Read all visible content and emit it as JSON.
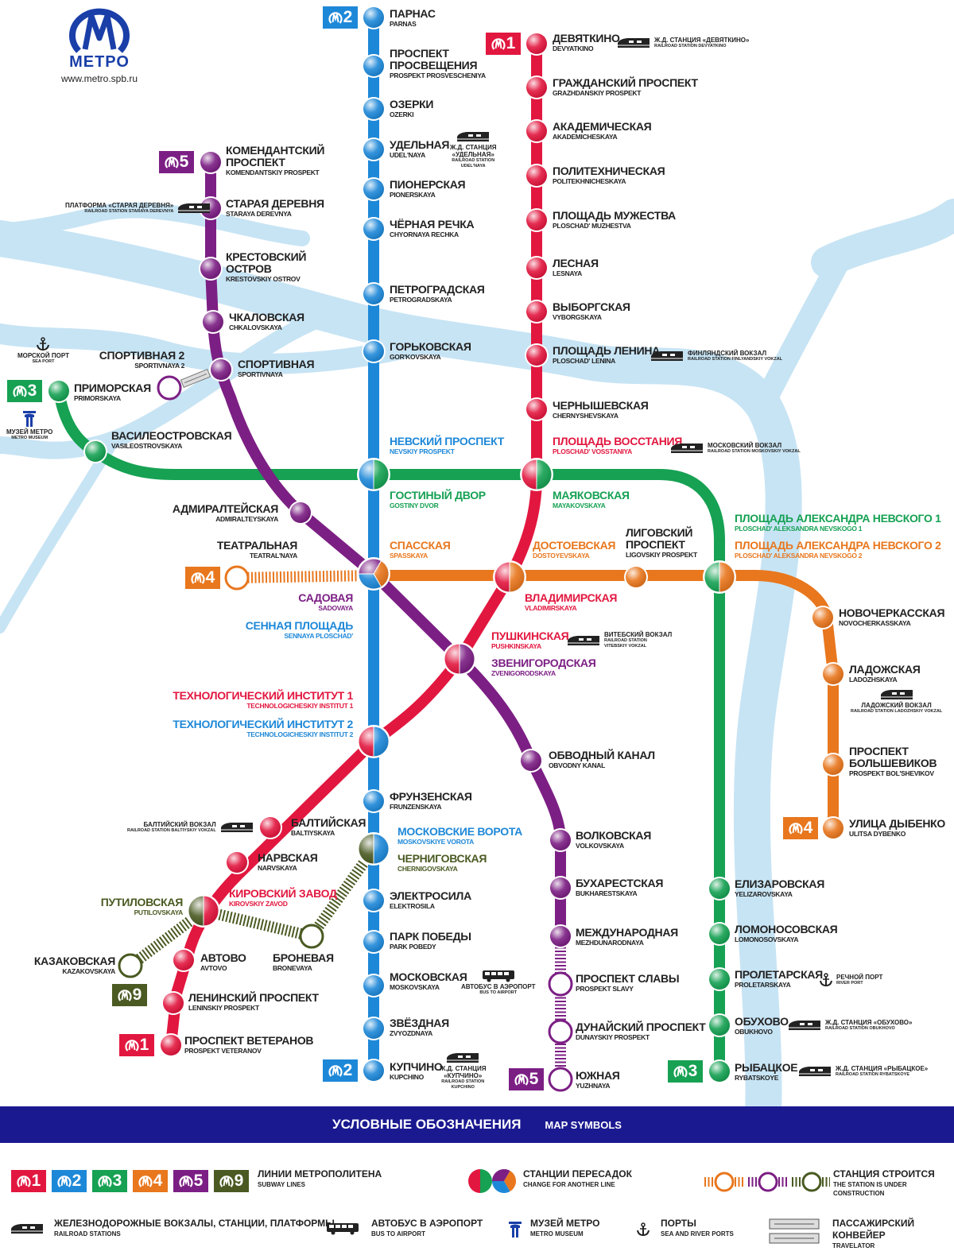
{
  "header": {
    "logo_text": "МЕТРО",
    "website": "www.metro.spb.ru"
  },
  "lines": {
    "l1": {
      "badge": "1",
      "color": "#e2173f"
    },
    "l2": {
      "badge": "2",
      "color": "#1e88d8"
    },
    "l3": {
      "badge": "3",
      "color": "#16a153"
    },
    "l4": {
      "badge": "4",
      "color": "#e8771e"
    },
    "l5": {
      "badge": "5",
      "color": "#7c1f84"
    },
    "l9": {
      "badge": "9",
      "color": "#4a5a22"
    }
  },
  "stations": {
    "parnas": {
      "ru": "ПАРНАС",
      "en": "PARNAS"
    },
    "prosvescheniya": {
      "ru": "ПРОСПЕКТ\nПРОСВЕЩЕНИЯ",
      "en": "PROSPEKT PROSVESCHENIYA"
    },
    "ozerki": {
      "ru": "ОЗЕРКИ",
      "en": "OZERKI"
    },
    "udelnaya": {
      "ru": "УДЕЛЬНАЯ",
      "en": "UDEL'NAYA"
    },
    "pionerskaya": {
      "ru": "ПИОНЕРСКАЯ",
      "en": "PIONERSKAYA"
    },
    "chyornaya": {
      "ru": "ЧЁРНАЯ РЕЧКА",
      "en": "CHYORNAYA RECHKA"
    },
    "petrogradskaya": {
      "ru": "ПЕТРОГРАДСКАЯ",
      "en": "PETROGRADSKAYA"
    },
    "gorkovskaya": {
      "ru": "ГОРЬКОВСКАЯ",
      "en": "GOR'KOVSKAYA"
    },
    "nevsky": {
      "ru": "НЕВСКИЙ ПРОСПЕКТ",
      "en": "NEVSKIY PROSPEKT"
    },
    "sennaya": {
      "ru": "СЕННАЯ ПЛОЩАДЬ",
      "en": "SENNAYA PLOSCHAD'"
    },
    "tech2": {
      "ru": "ТЕХНОЛОГИЧЕСКИЙ ИНСТИТУТ 2",
      "en": "TECHNOLOGICHESKIY INSTITUT 2"
    },
    "frunzenskaya": {
      "ru": "ФРУНЗЕНСКАЯ",
      "en": "FRUNZENSKAYA"
    },
    "mosvorota": {
      "ru": "МОСКОВСКИЕ ВОРОТА",
      "en": "MOSKOVSKIYE VOROTA"
    },
    "elektrosila": {
      "ru": "ЭЛЕКТРОСИЛА",
      "en": "ELEKTROSILA"
    },
    "parkpobedy": {
      "ru": "ПАРК ПОБЕДЫ",
      "en": "PARK POBEDY"
    },
    "moskovskaya": {
      "ru": "МОСКОВСКАЯ",
      "en": "MOSKOVSKAYA"
    },
    "zvezdnaya": {
      "ru": "ЗВЁЗДНАЯ",
      "en": "ZVYOZDNAYA"
    },
    "kupchino": {
      "ru": "КУПЧИНО",
      "en": "KUPCHINO"
    },
    "devyatkino": {
      "ru": "ДЕВЯТКИНО",
      "en": "DEVYATKINO"
    },
    "grazhdansky": {
      "ru": "ГРАЖДАНСКИЙ ПРОСПЕКТ",
      "en": "GRAZHDANSKIY PROSPEKT"
    },
    "akademicheskaya": {
      "ru": "АКАДЕМИЧЕСКАЯ",
      "en": "AKADEMICHESKAYA"
    },
    "polytech": {
      "ru": "ПОЛИТЕХНИЧЕСКАЯ",
      "en": "POLITEKHNICHESKAYA"
    },
    "muzhestva": {
      "ru": "ПЛОЩАДЬ МУЖЕСТВА",
      "en": "PLOSCHAD' MUZHESTVA"
    },
    "lesnaya": {
      "ru": "ЛЕСНАЯ",
      "en": "LESNAYA"
    },
    "vyborgskaya": {
      "ru": "ВЫБОРГСКАЯ",
      "en": "VYBORGSKAYA"
    },
    "lenina": {
      "ru": "ПЛОЩАДЬ ЛЕНИНА",
      "en": "PLOSCHAD' LENINA"
    },
    "chernyshevskaya": {
      "ru": "ЧЕРНЫШЕВСКАЯ",
      "en": "CHERNYSHEVSKAYA"
    },
    "vosstaniya": {
      "ru": "ПЛОЩАДЬ ВОССТАНИЯ",
      "en": "PLOSCHAD' VOSSTANIYA"
    },
    "vladimirskaya": {
      "ru": "ВЛАДИМИРСКАЯ",
      "en": "VLADIMIRSKAYA"
    },
    "pushkinskaya": {
      "ru": "ПУШКИНСКАЯ",
      "en": "PUSHKINSKAYA"
    },
    "tech1": {
      "ru": "ТЕХНОЛОГИЧЕСКИЙ ИНСТИТУТ 1",
      "en": "TECHNOLOGICHESKIY INSTITUT 1"
    },
    "baltiyskaya": {
      "ru": "БАЛТИЙСКАЯ",
      "en": "BALTIYSKAYA"
    },
    "narvskaya": {
      "ru": "НАРВСКАЯ",
      "en": "NARVSKAYA"
    },
    "kirovsky": {
      "ru": "КИРОВСКИЙ ЗАВОД",
      "en": "KIROVSKIY ZAVOD"
    },
    "avtovo": {
      "ru": "АВТОВО",
      "en": "AVTOVO"
    },
    "leninsky": {
      "ru": "ЛЕНИНСКИЙ ПРОСПЕКТ",
      "en": "LENINSKIY PROSPEKT"
    },
    "veteranov": {
      "ru": "ПРОСПЕКТ ВЕТЕРАНОВ",
      "en": "PROSPEKT VETERANOV"
    },
    "primorskaya": {
      "ru": "ПРИМОРСКАЯ",
      "en": "PRIMORSKAYA"
    },
    "vasileostrovskaya": {
      "ru": "ВАСИЛЕОСТРОВСКАЯ",
      "en": "VASILEOSTROVSKAYA"
    },
    "gostiny": {
      "ru": "ГОСТИНЫЙ ДВОР",
      "en": "GOSTINY DVOR"
    },
    "mayakovskaya": {
      "ru": "МАЯКОВСКАЯ",
      "en": "MAYAKOVSKAYA"
    },
    "an1": {
      "ru": "ПЛОЩАДЬ АЛЕКСАНДРА НЕВСКОГО 1",
      "en": "PLOSCHAD' ALEKSANDRA NEVSKOGO 1"
    },
    "yelizarovskaya": {
      "ru": "ЕЛИЗАРОВСКАЯ",
      "en": "YELIZAROVSKAYA"
    },
    "lomonosovskaya": {
      "ru": "ЛОМОНОСОВСКАЯ",
      "en": "LOMONOSOVSKAYA"
    },
    "proletarskaya": {
      "ru": "ПРОЛЕТАРСКАЯ",
      "en": "PROLETARSKAYA"
    },
    "obukhovo": {
      "ru": "ОБУХОВО",
      "en": "OBUKHOVO"
    },
    "rybatskoe": {
      "ru": "РЫБАЦКОЕ",
      "en": "RYBATSKOYE"
    },
    "teatralnaya": {
      "ru": "ТЕАТРАЛЬНАЯ",
      "en": "TEATRAL'NAYA"
    },
    "spasskaya": {
      "ru": "СПАССКАЯ",
      "en": "SPASSKAYA"
    },
    "dostoevskaya": {
      "ru": "ДОСТОЕВСКАЯ",
      "en": "DOSTOYEVSKAYA"
    },
    "ligovsky": {
      "ru": "ЛИГОВСКИЙ\nПРОСПЕКТ",
      "en": "LIGOVSKIY PROSPEKT"
    },
    "an2": {
      "ru": "ПЛОЩАДЬ АЛЕКСАНДРА НЕВСКОГО 2",
      "en": "PLOSCHAD' ALEKSANDRA NEVSKOGO 2"
    },
    "novocherkasskaya": {
      "ru": "НОВОЧЕРКАССКАЯ",
      "en": "NOVOCHERKASSKAYA"
    },
    "ladozhskaya": {
      "ru": "ЛАДОЖСКАЯ",
      "en": "LADOZHSKAYA"
    },
    "bolshevikov": {
      "ru": "ПРОСПЕКТ\nБОЛЬШЕВИКОВ",
      "en": "PROSPEKT BOL'SHEVIKOV"
    },
    "dybenko": {
      "ru": "УЛИЦА ДЫБЕНКО",
      "en": "ULITSA DYBENKO"
    },
    "komendantsky": {
      "ru": "КОМЕНДАНТСКИЙ\nПРОСПЕКТ",
      "en": "KOMENDANTSKIY PROSPEKT"
    },
    "staraya": {
      "ru": "СТАРАЯ ДЕРЕВНЯ",
      "en": "STARAYA DEREVNYA"
    },
    "krestovsky": {
      "ru": "КРЕСТОВСКИЙ\nОСТРОВ",
      "en": "KRESTOVSKIY OSTROV"
    },
    "chkalovskaya": {
      "ru": "ЧКАЛОВСКАЯ",
      "en": "CHKALOVSKAYA"
    },
    "sportivnaya": {
      "ru": "СПОРТИВНАЯ",
      "en": "SPORTIVNAYA"
    },
    "sportivnaya2": {
      "ru": "СПОРТИВНАЯ 2",
      "en": "SPORTIVNAYA 2"
    },
    "admiralteyskaya": {
      "ru": "АДМИРАЛТЕЙСКАЯ",
      "en": "ADMIRALTEYSKAYA"
    },
    "sadovaya": {
      "ru": "САДОВАЯ",
      "en": "SADOVAYA"
    },
    "zvenigorodskaya": {
      "ru": "ЗВЕНИГОРОДСКАЯ",
      "en": "ZVENIGORODSKAYA"
    },
    "obvodny": {
      "ru": "ОБВОДНЫЙ КАНАЛ",
      "en": "OBVODNY KANAL"
    },
    "volkovskaya": {
      "ru": "ВОЛКОВСКАЯ",
      "en": "VOLKOVSKAYA"
    },
    "bukharestskaya": {
      "ru": "БУХАРЕСТСКАЯ",
      "en": "BUKHARESTSKAYA"
    },
    "mezhdunarodnaya": {
      "ru": "МЕЖДУНАРОДНАЯ",
      "en": "MEZHDUNARODNAYA"
    },
    "slavy": {
      "ru": "ПРОСПЕКТ СЛАВЫ",
      "en": "PROSPEKT SLAVY"
    },
    "dunaysky": {
      "ru": "ДУНАЙСКИЙ ПРОСПЕКТ",
      "en": "DUNAYSKIY PROSPEKT"
    },
    "yuzhnaya": {
      "ru": "ЮЖНАЯ",
      "en": "YUZHNAYA"
    },
    "chernigovskaya": {
      "ru": "ЧЕРНИГОВСКАЯ",
      "en": "CHERNIGOVSKAYA"
    },
    "broneva": {
      "ru": "БРОНЕВАЯ",
      "en": "BRONEVAYA"
    },
    "putilovskaya": {
      "ru": "ПУТИЛОВСКАЯ",
      "en": "PUTILOVSKAYA"
    },
    "kazakovskaya": {
      "ru": "КАЗАКОВСКАЯ",
      "en": "KAZAKOVSKAYA"
    }
  },
  "notes": {
    "devyatkino_rail": {
      "ru": "Ж.Д. СТАНЦИЯ «ДЕВЯТКИНО»",
      "en": "RAILROAD STATION DEVYATKINO"
    },
    "udelnaya_rail": {
      "ru": "Ж.Д. СТАНЦИЯ\n«УДЕЛЬНАЯ»",
      "en": "RAILROAD STATION\nUDEL'NAYA"
    },
    "staraya_rail": {
      "ru": "ПЛАТФОРМА «СТАРАЯ ДЕРЕВНЯ»",
      "en": "RAILROAD STATION STARAYA DEREVNYA"
    },
    "finlyandsky": {
      "ru": "ФИНЛЯНДСКИЙ ВОКЗАЛ",
      "en": "RAILROAD STATION FINLYANDSKIY VOKZAL"
    },
    "moskovsky": {
      "ru": "МОСКОВСКИЙ ВОКЗАЛ",
      "en": "RAILROAD STATION MOSKOVSKIY VOKZAL"
    },
    "vitebsky": {
      "ru": "ВИТЕБСКИЙ ВОКЗАЛ",
      "en": "RAILROAD STATION\nVITEBSKIY VOKZAL"
    },
    "baltiysky": {
      "ru": "БАЛТИЙСКИЙ ВОКЗАЛ",
      "en": "RAILROAD STATION BALTIYSKIY VOKZAL"
    },
    "ladozhsky": {
      "ru": "ЛАДОЖСКИЙ ВОКЗАЛ",
      "en": "RAILROAD STATION LADOZHSKIY VOKZAL"
    },
    "bus": {
      "ru": "АВТОБУС В АЭРОПОРТ",
      "en": "BUS TO AIRPORT"
    },
    "kupchino_rail": {
      "ru": "Ж.Д. СТАНЦИЯ\n«КУПЧИНО»",
      "en": "RAILROAD STATION\nKUPCHINO"
    },
    "obukhovo_rail": {
      "ru": "Ж.Д. СТАНЦИЯ «ОБУХОВО»",
      "en": "RAILROAD STATION OBUKHOVO"
    },
    "rybatskoe_rail": {
      "ru": "Ж.Д. СТАНЦИЯ «РЫБАЦКОЕ»",
      "en": "RAILROAD STATION RYBATSKOYE"
    },
    "river_port": {
      "ru": "РЕЧНОЙ ПОРТ",
      "en": "RIVER PORT"
    },
    "sea_port": {
      "ru": "МОРСКОЙ ПОРТ",
      "en": "SEA PORT"
    },
    "museum": {
      "ru": "МУЗЕЙ МЕТРО",
      "en": "METRO MUSEUM"
    }
  },
  "legend": {
    "title": "УСЛОВНЫЕ ОБОЗНАЧЕНИЯ",
    "subtitle": "MAP SYMBOLS",
    "subway_lines": {
      "ru": "ЛИНИИ МЕТРОПОЛИТЕНА",
      "en": "SUBWAY LINES"
    },
    "transfer": {
      "ru": "СТАНЦИИ ПЕРЕСАДОК",
      "en": "CHANGE FOR ANOTHER LINE"
    },
    "construction": {
      "ru": "СТАНЦИЯ СТРОИТСЯ",
      "en": "THE STATION IS UNDER CONSTRUCTION"
    },
    "railroad": {
      "ru": "ЖЕЛЕЗНОДОРОЖНЫЕ ВОКЗАЛЫ, СТАНЦИИ, ПЛАТФОРМЫ",
      "en": "RAILROAD STATIONS"
    },
    "bus": {
      "ru": "АВТОБУС В АЭРОПОРТ",
      "en": "BUS TO AIRPORT"
    },
    "museum": {
      "ru": "МУЗЕЙ МЕТРО",
      "en": "METRO MUSEUM"
    },
    "ports": {
      "ru": "ПОРТЫ",
      "en": "SEA AND RIVER PORTS"
    },
    "travelator": {
      "ru": "ПАССАЖИРСКИЙ КОНВЕЙЕР",
      "en": "TRAVELATOR"
    }
  }
}
